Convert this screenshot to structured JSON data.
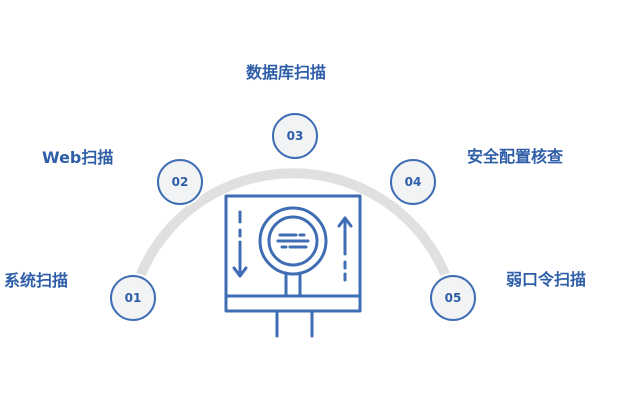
{
  "steps": [
    {
      "number": "01",
      "label": "系统扫描"
    },
    {
      "number": "02",
      "label": "Web扫描"
    },
    {
      "number": "03",
      "label": "数据库扫描"
    },
    {
      "number": "04",
      "label": "安全配置核查"
    },
    {
      "number": "05",
      "label": "弱口令扫描"
    }
  ],
  "colors": {
    "accent": "#3f6db3",
    "text": "#2f5ea8",
    "arc": "#e0e0e0",
    "node_fill": "#f2f3f5"
  },
  "center_icon": "scanner-screen-magnifier-icon"
}
